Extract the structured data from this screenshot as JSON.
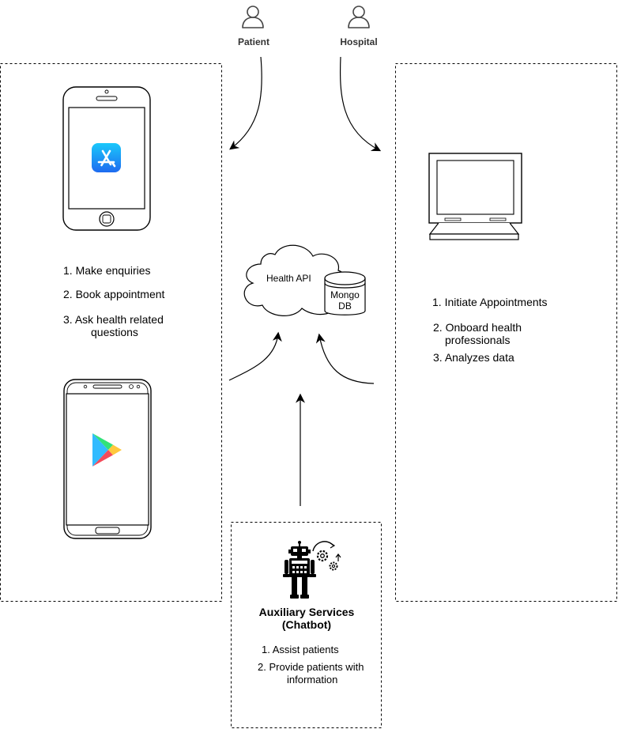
{
  "actors": {
    "patient": "Patient",
    "hospital": "Hospital"
  },
  "patient_panel": {
    "items": [
      {
        "num": "1.",
        "text": "Make enquiries"
      },
      {
        "num": "2.",
        "text": "Book appointment"
      },
      {
        "num": "3.",
        "text": "Ask health related",
        "text2": "questions"
      }
    ]
  },
  "hospital_panel": {
    "items": [
      {
        "num": "1.",
        "text": "Initiate Appointments"
      },
      {
        "num": "2.",
        "text": "Onboard health",
        "text2": "professionals"
      },
      {
        "num": "3.",
        "text": "Analyzes data"
      }
    ]
  },
  "center": {
    "cloud_label": "Health API",
    "db_label_1": "Mongo",
    "db_label_2": "DB"
  },
  "chatbot_panel": {
    "title_1": "Auxiliary Services",
    "title_2": "(Chatbot)",
    "items": [
      {
        "num": "1.",
        "text": "Assist patients"
      },
      {
        "num": "2.",
        "text": "Provide patients with",
        "text2": "information"
      }
    ]
  },
  "icons": [
    "user-icon",
    "user-icon",
    "smartphone-icon",
    "app-store-icon",
    "android-phone-icon",
    "google-play-icon",
    "desktop-monitor-icon",
    "cloud-icon",
    "database-icon",
    "robot-icon",
    "gears-icon"
  ],
  "colors": {
    "app_store_blue": "#1E88F5",
    "line": "#000000",
    "dashed_border": "#000000"
  }
}
